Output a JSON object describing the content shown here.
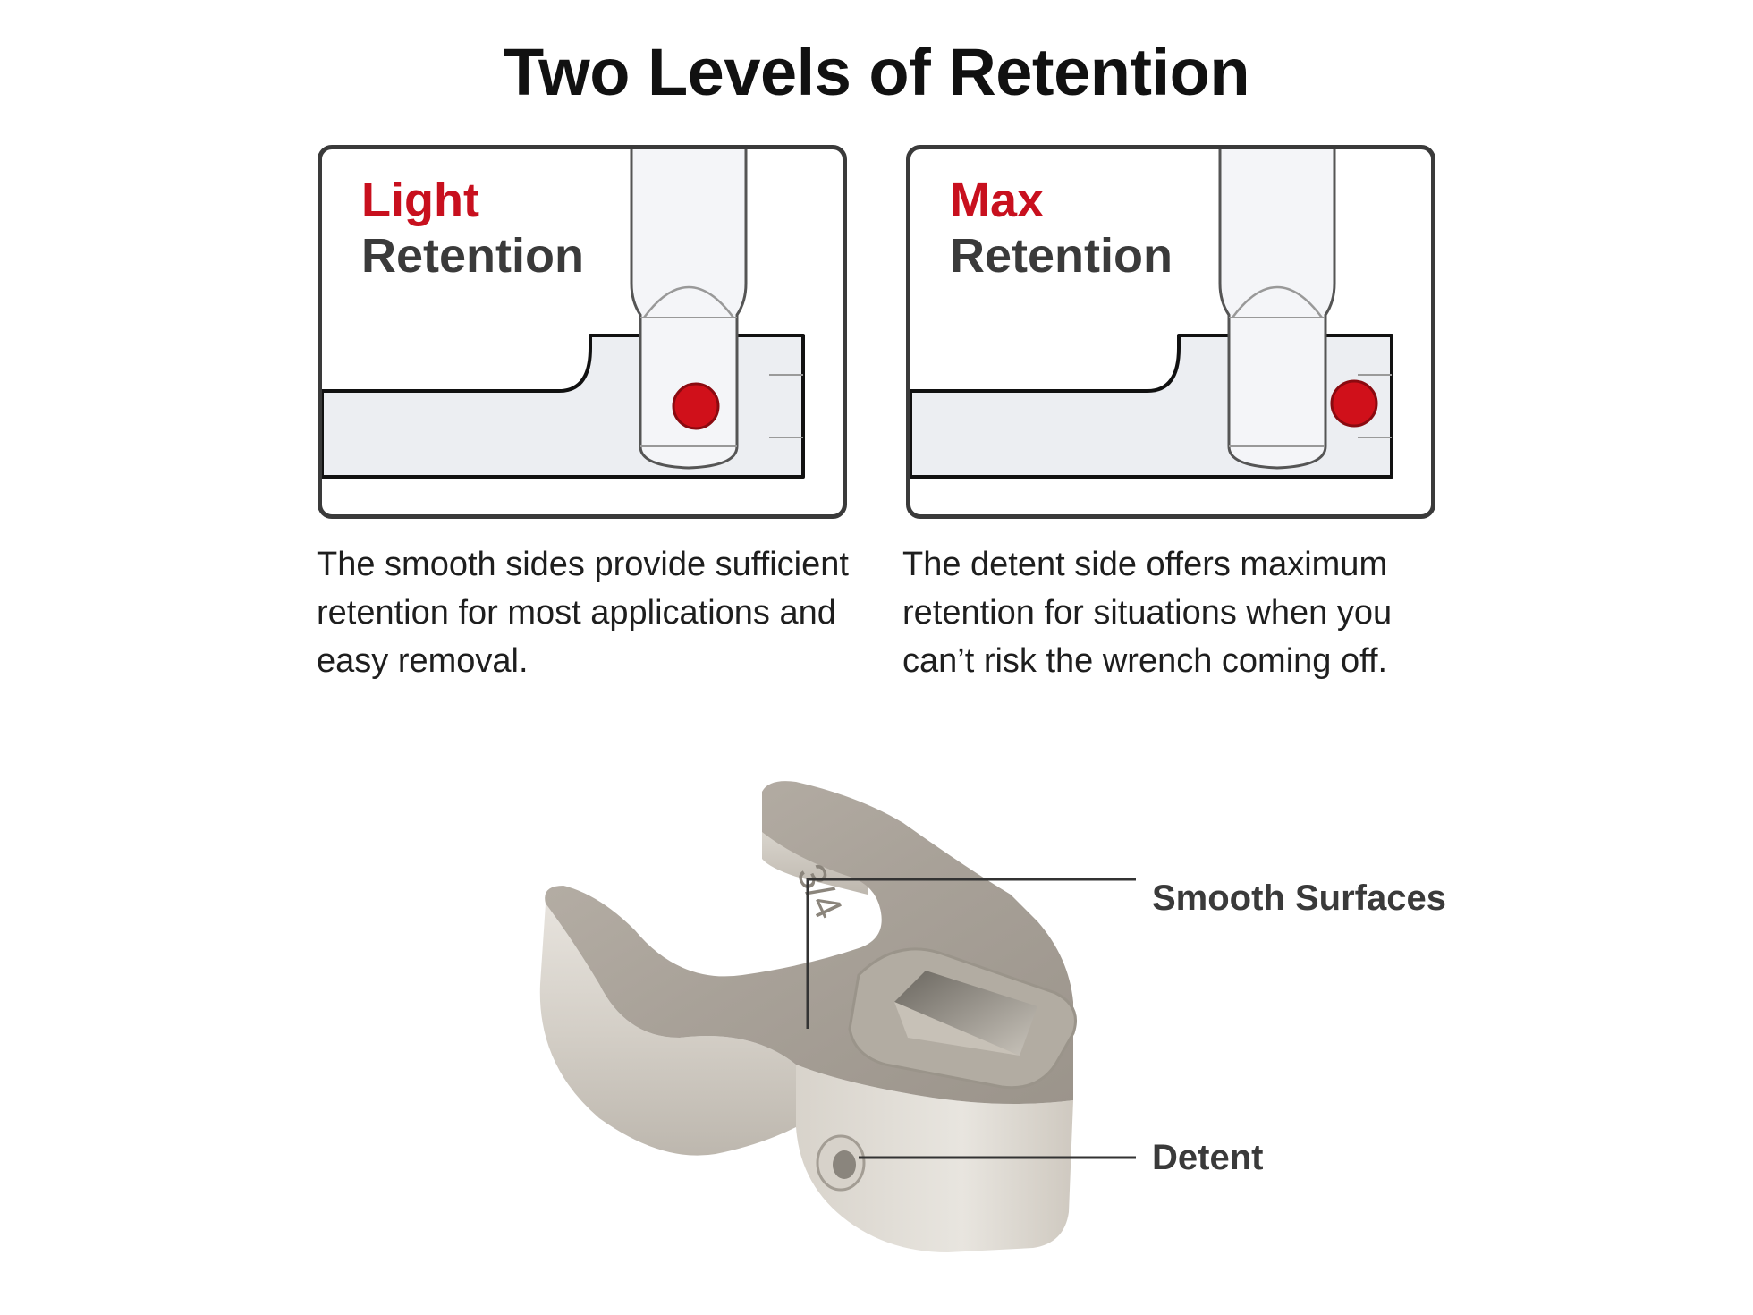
{
  "title": "Two Levels of Retention",
  "panels": {
    "light": {
      "accent": "Light",
      "heading": "Retention",
      "description": "The smooth sides provide sufficient retention for most applications and easy removal."
    },
    "max": {
      "accent": "Max",
      "heading": "Retention",
      "description": "The detent side offers maximum retention for situations when you can’t risk the wrench coming off."
    }
  },
  "product": {
    "size_marking": "3/4",
    "callouts": {
      "smooth": "Smooth Surfaces",
      "detent": "Detent"
    }
  },
  "colors": {
    "accent_red": "#c8101e",
    "heading_gray": "#3a3a3a",
    "panel_border": "#3a3a3a",
    "metal_fill": "#eceef2",
    "detent_ball": "#d0101a"
  }
}
